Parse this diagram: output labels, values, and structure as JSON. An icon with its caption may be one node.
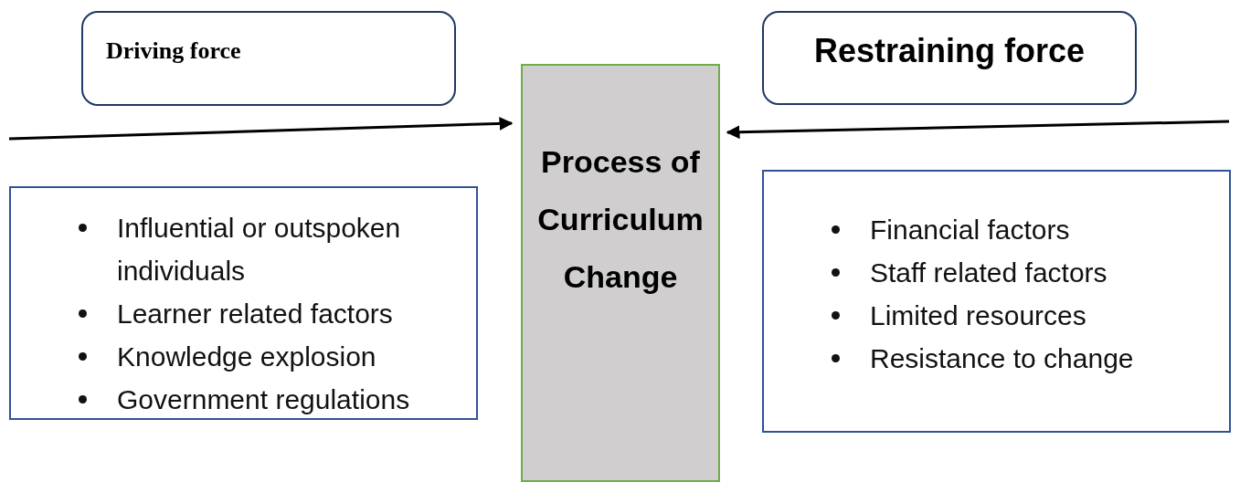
{
  "diagram": {
    "nodes": [
      {
        "text": [
          "Driving force"
        ]
      },
      {
        "text": [
          "Restraining force"
        ]
      },
      {
        "text": [
          "Process of Curriculum Change"
        ]
      },
      {
        "text": [
          "Influential or outspoken individuals",
          "Learner related factors",
          "Knowledge explosion",
          "Government regulations"
        ]
      },
      {
        "text": [
          "Financial factors",
          "Staff related factors",
          "Limited resources",
          "Resistance to change"
        ]
      }
    ],
    "edges": [
      {
        "from": null,
        "to": 2,
        "arrow": "to"
      },
      {
        "from": null,
        "to": 2,
        "arrow": "to"
      }
    ]
  }
}
